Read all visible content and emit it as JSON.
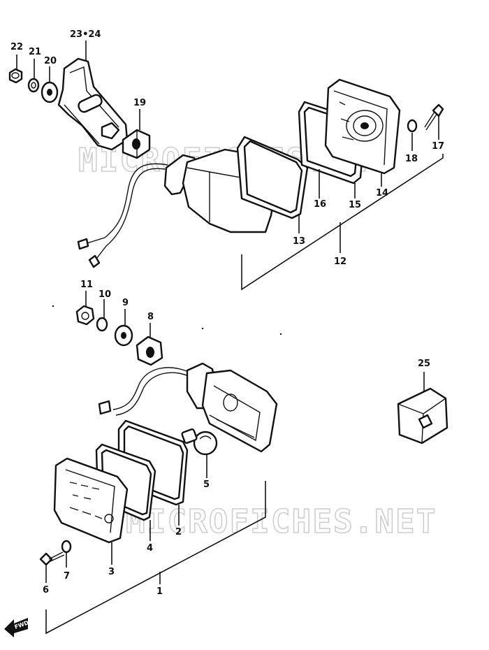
{
  "watermark": "MICROFICHES.NET",
  "direction_tag": "FWD",
  "callouts": [
    {
      "id": "c22",
      "text": "22"
    },
    {
      "id": "c21",
      "text": "21"
    },
    {
      "id": "c20",
      "text": "20"
    },
    {
      "id": "c2324",
      "text": "23•24"
    },
    {
      "id": "c19",
      "text": "19"
    },
    {
      "id": "c17",
      "text": "17"
    },
    {
      "id": "c18",
      "text": "18"
    },
    {
      "id": "c16",
      "text": "16"
    },
    {
      "id": "c15",
      "text": "15"
    },
    {
      "id": "c14",
      "text": "14"
    },
    {
      "id": "c13",
      "text": "13"
    },
    {
      "id": "c12",
      "text": "12"
    },
    {
      "id": "c11",
      "text": "11"
    },
    {
      "id": "c10",
      "text": "10"
    },
    {
      "id": "c9",
      "text": "9"
    },
    {
      "id": "c8",
      "text": "8"
    },
    {
      "id": "c25",
      "text": "25"
    },
    {
      "id": "c5",
      "text": "5"
    },
    {
      "id": "c2",
      "text": "2"
    },
    {
      "id": "c4",
      "text": "4"
    },
    {
      "id": "c3",
      "text": "3"
    },
    {
      "id": "c7",
      "text": "7"
    },
    {
      "id": "c6",
      "text": "6"
    },
    {
      "id": "c1",
      "text": "1"
    }
  ]
}
